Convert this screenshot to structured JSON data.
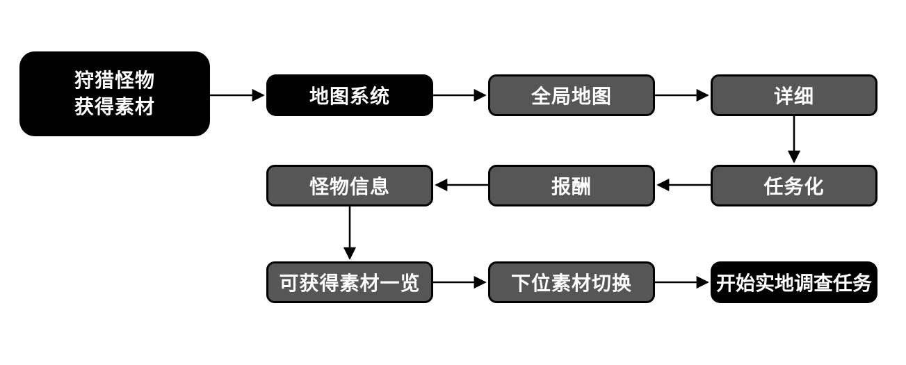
{
  "diagram": {
    "background_color": "#ffffff",
    "colors": {
      "primary_node_fill": "#000000",
      "secondary_node_fill": "#565656",
      "node_border": "#000000",
      "node_text": "#ffffff",
      "arrow": "#000000"
    },
    "nodes": {
      "start": {
        "line1": "狩猎怪物",
        "line2": "获得素材",
        "style": "black"
      },
      "map_system": {
        "label": "地图系统",
        "style": "black"
      },
      "global_map": {
        "label": "全局地图",
        "style": "gray"
      },
      "detail": {
        "label": "详细",
        "style": "gray"
      },
      "monster_info": {
        "label": "怪物信息",
        "style": "gray"
      },
      "reward": {
        "label": "报酬",
        "style": "gray"
      },
      "quest": {
        "label": "任务化",
        "style": "gray"
      },
      "obtainable_materials": {
        "label": "可获得素材一览",
        "style": "gray"
      },
      "lower_material_switch": {
        "label": "下位素材切换",
        "style": "gray"
      },
      "start_field_survey": {
        "label": "开始实地调查任务",
        "style": "black"
      }
    },
    "edges": [
      {
        "from": "start",
        "to": "map_system"
      },
      {
        "from": "map_system",
        "to": "global_map"
      },
      {
        "from": "global_map",
        "to": "detail"
      },
      {
        "from": "detail",
        "to": "quest"
      },
      {
        "from": "quest",
        "to": "reward"
      },
      {
        "from": "reward",
        "to": "monster_info"
      },
      {
        "from": "monster_info",
        "to": "obtainable_materials"
      },
      {
        "from": "obtainable_materials",
        "to": "lower_material_switch"
      },
      {
        "from": "lower_material_switch",
        "to": "start_field_survey"
      }
    ]
  }
}
